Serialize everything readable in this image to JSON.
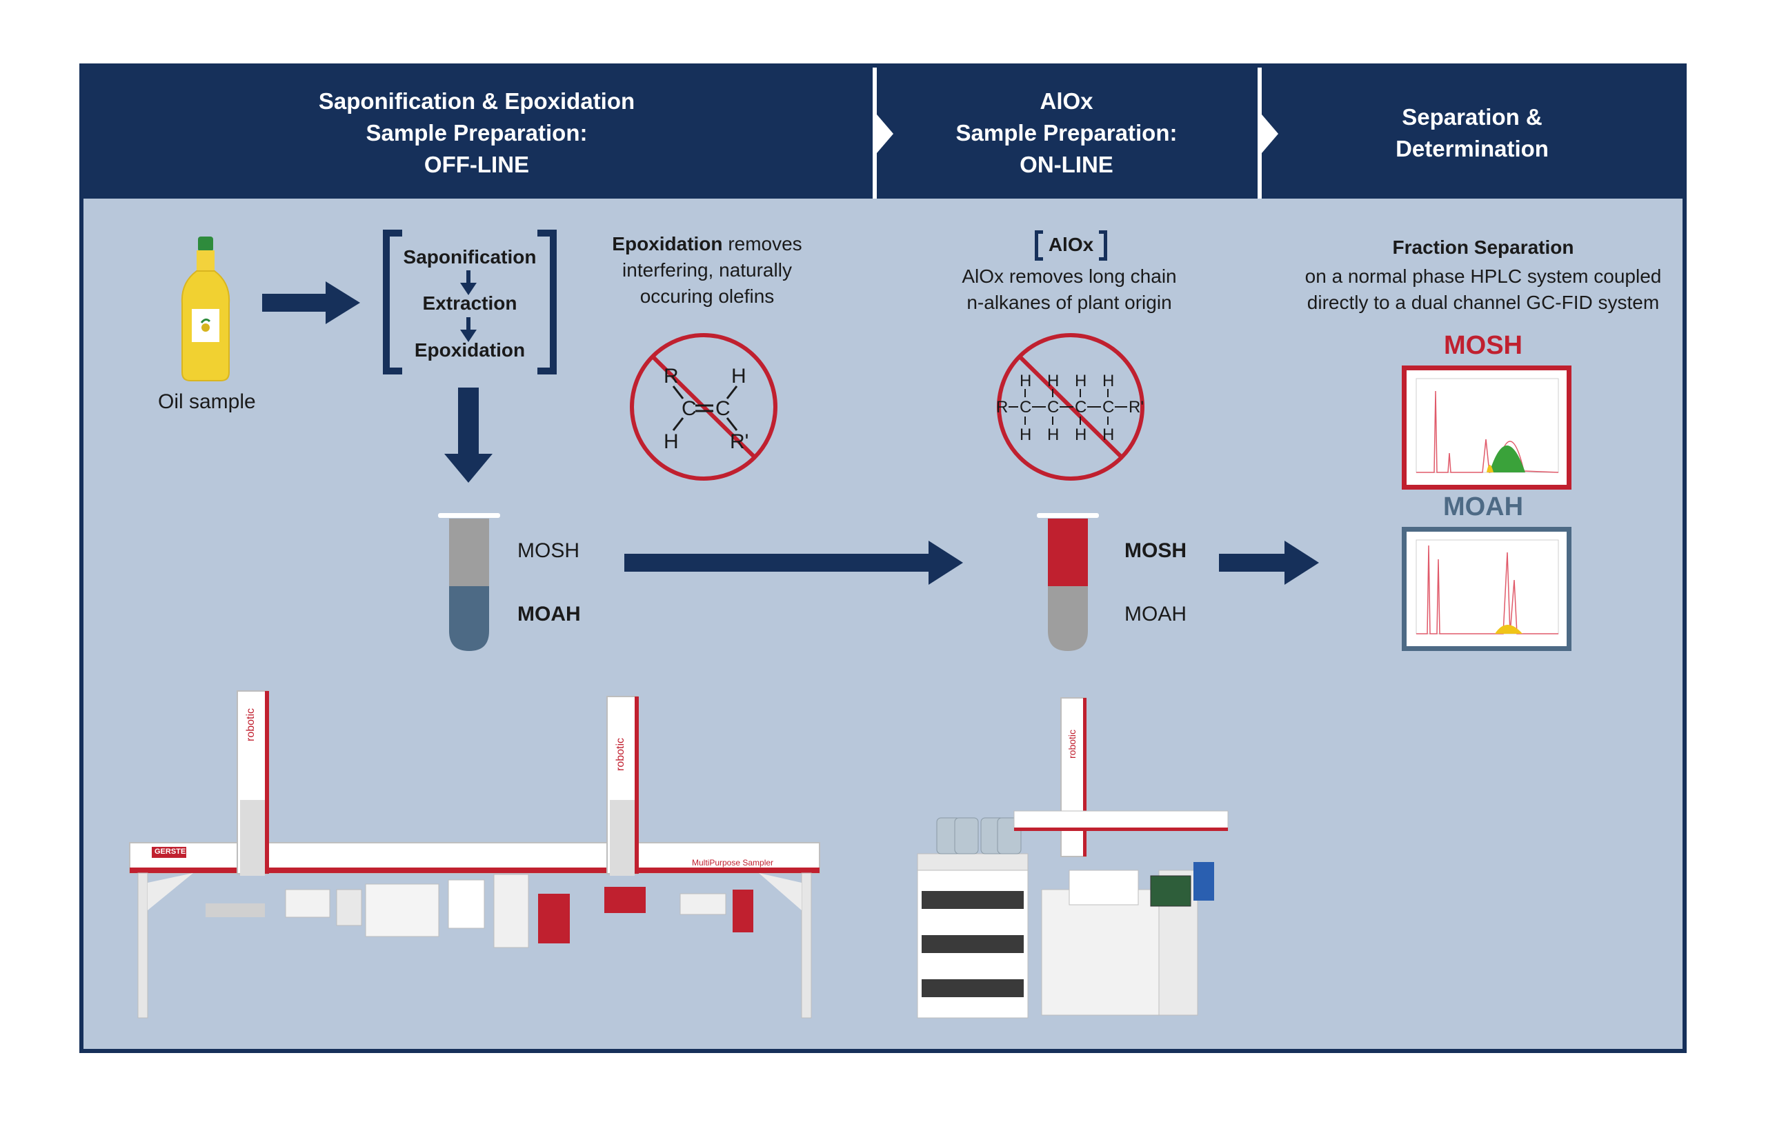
{
  "header": {
    "col1": [
      "Saponification & Epoxidation",
      "Sample Preparation:",
      "OFF-LINE"
    ],
    "col2": [
      "AlOx",
      "Sample Preparation:",
      "ON-LINE"
    ],
    "col3": [
      "Separation &",
      "Determination"
    ]
  },
  "oil": {
    "label": "Oil sample"
  },
  "steps": {
    "s1": "Saponification",
    "s2": "Extraction",
    "s3": "Epoxidation"
  },
  "epox_note": {
    "bold": "Epoxidation",
    "rest1": "removes",
    "rest2": "interfering, naturally",
    "rest3": "occuring olefins"
  },
  "alox_note": {
    "title": "AlOx",
    "line1": "AlOx removes long chain",
    "line2": "n-alkanes of plant origin"
  },
  "fraction_note": {
    "title": "Fraction Separation",
    "line1": "on a normal phase HPLC system coupled",
    "line2": "directly to a dual channel GC-FID system"
  },
  "tube1": {
    "top": "MOSH",
    "bottom": "MOAH"
  },
  "tube2": {
    "top": "MOSH",
    "bottom": "MOAH"
  },
  "chart_labels": {
    "mosh": "MOSH",
    "moah": "MOAH"
  },
  "instruments": {
    "robot1": "robotic",
    "robot2": "robotic",
    "robot3": "robotic",
    "brand": "GERSTEL",
    "sampler": "MultiPurpose Sampler"
  },
  "colors": {
    "navy": "#16305a",
    "red": "#c0202f",
    "slate": "#4d6a85",
    "bg": "#b8c7da"
  }
}
